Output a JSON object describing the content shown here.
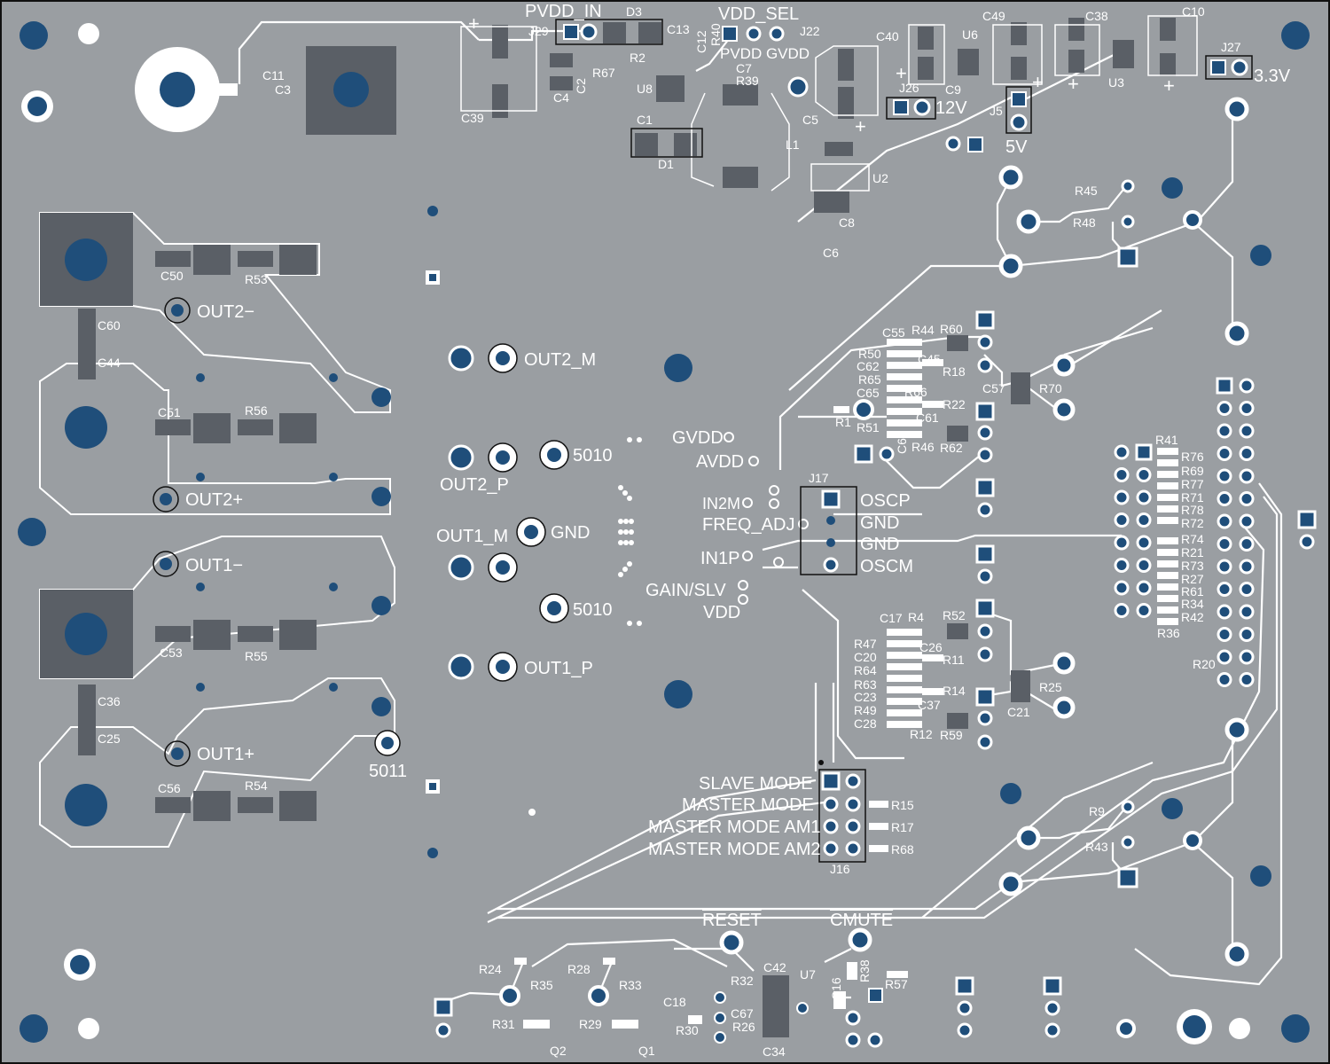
{
  "colors": {
    "board": "#9a9ea2",
    "silk": "#ffffff",
    "pad": "#1f4e7a",
    "smd": "#5a5f66",
    "outline": "#111111"
  },
  "labels": {
    "pvdd_in": "PVDD_IN",
    "d3": "D3",
    "j29": "J29",
    "c13": "C13",
    "vdd_sel": "VDD_SEL",
    "j22": "J22",
    "c12": "C12",
    "r40": "R40",
    "pvdd_gvdd": "PVDD GVDD",
    "c7": "C7",
    "r39": "R39",
    "r67": "R67",
    "r2": "R2",
    "c2": "C2",
    "c4": "C4",
    "u8": "U8",
    "c1": "C1",
    "d1": "D1",
    "c39": "C39",
    "c11": "C11",
    "c3": "C3",
    "c40": "C40",
    "u6": "U6",
    "c49": "C49",
    "c38": "C38",
    "c10": "C10",
    "j27": "J27",
    "v33": "3.3V",
    "u3": "U3",
    "j26": "J26",
    "c9": "C9",
    "v12": "12V",
    "j5": "J5",
    "v5": "5V",
    "c5": "C5",
    "l1": "L1",
    "u2": "U2",
    "c8": "C8",
    "c6": "C6",
    "r45": "R45",
    "r48": "R48",
    "c50": "C50",
    "r53": "R53",
    "out2m": "OUT2−",
    "c60": "C60",
    "c44": "C44",
    "c51": "C51",
    "r56": "R56",
    "out2p": "OUT2+",
    "out1m": "OUT1−",
    "c53": "C53",
    "r55": "R55",
    "c36": "C36",
    "c25": "C25",
    "out1p": "OUT1+",
    "c56": "C56",
    "r54": "R54",
    "t5011": "5011",
    "out2_m": "OUT2_M",
    "out2_p": "OUT2_P",
    "t5010a": "5010",
    "out1_m": "OUT1_M",
    "gnd_tp": "GND",
    "t5010b": "5010",
    "out1_p": "OUT1_P",
    "gvdd": "GVDD",
    "avdd": "AVDD",
    "in2m": "IN2M",
    "freq_adj": "FREQ_ADJ",
    "in1p": "IN1P",
    "gain_slv": "GAIN/SLV",
    "vdd": "VDD",
    "j17": "J17",
    "oscp": "OSCP",
    "gnd1": "GND",
    "gnd2": "GND",
    "oscm": "OSCM",
    "c55": "C55",
    "r44": "R44",
    "r60": "R60",
    "r50": "R50",
    "c45": "C45",
    "c62": "C62",
    "r18": "R18",
    "r65": "R65",
    "c65": "C65",
    "r66": "R66",
    "r22": "R22",
    "c61": "C61",
    "r1": "R1",
    "r51": "R51",
    "c63": "C63",
    "r46": "R46",
    "r62": "R62",
    "c57": "C57",
    "r70": "R70",
    "r41": "R41",
    "r76": "R76",
    "r69": "R69",
    "r77": "R77",
    "r71": "R71",
    "r78": "R78",
    "r72": "R72",
    "r74": "R74",
    "r21": "R21",
    "r73": "R73",
    "r27": "R27",
    "r61": "R61",
    "r34": "R34",
    "r42": "R42",
    "r36": "R36",
    "r20": "R20",
    "c17": "C17",
    "r4": "R4",
    "r52": "R52",
    "r47": "R47",
    "c26": "C26",
    "c20": "C20",
    "r11": "R11",
    "r64": "R64",
    "r63": "R63",
    "r14": "R14",
    "c23": "C23",
    "c37": "C37",
    "r49": "R49",
    "c28": "C28",
    "r12": "R12",
    "r59": "R59",
    "c21": "C21",
    "r25": "R25",
    "slave_mode": "SLAVE MODE",
    "master_mode": "MASTER MODE",
    "master_am1": "MASTER MODE AM1",
    "master_am2": "MASTER MODE AM2",
    "j16": "J16",
    "r15": "R15",
    "r17": "R17",
    "r68": "R68",
    "r9": "R9",
    "r43": "R43",
    "reset": "RESET",
    "cmute": "CMUTE",
    "r24": "R24",
    "r35": "R35",
    "r28": "R28",
    "r33": "R33",
    "r31": "R31",
    "r29": "R29",
    "q2": "Q2",
    "q1": "Q1",
    "c18": "C18",
    "r30": "R30",
    "r32": "R32",
    "c42": "C42",
    "u7": "U7",
    "c67": "C67",
    "r26": "R26",
    "c34": "C34",
    "c16": "C16",
    "r38": "R38",
    "r57": "R57"
  }
}
